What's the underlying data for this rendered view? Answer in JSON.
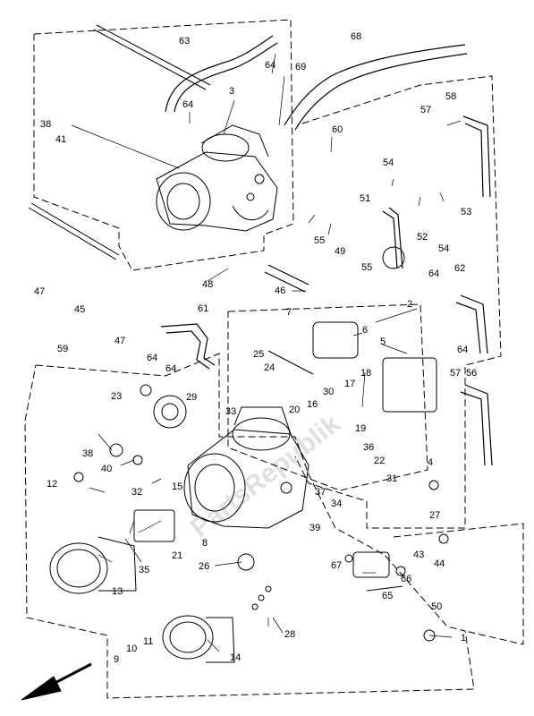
{
  "watermark": "PartsRepublik",
  "callouts": [
    {
      "id": "c1",
      "label": "1"
    },
    {
      "id": "c2",
      "label": "2"
    },
    {
      "id": "c3",
      "label": "3"
    },
    {
      "id": "c4",
      "label": "4"
    },
    {
      "id": "c5",
      "label": "5"
    },
    {
      "id": "c6",
      "label": "6"
    },
    {
      "id": "c7",
      "label": "7"
    },
    {
      "id": "c8",
      "label": "8"
    },
    {
      "id": "c9",
      "label": "9"
    },
    {
      "id": "c10",
      "label": "10"
    },
    {
      "id": "c11",
      "label": "11"
    },
    {
      "id": "c12",
      "label": "12"
    },
    {
      "id": "c13",
      "label": "13"
    },
    {
      "id": "c14",
      "label": "14"
    },
    {
      "id": "c15",
      "label": "15"
    },
    {
      "id": "c16",
      "label": "16"
    },
    {
      "id": "c17",
      "label": "17"
    },
    {
      "id": "c18",
      "label": "18"
    },
    {
      "id": "c19",
      "label": "19"
    },
    {
      "id": "c20",
      "label": "20"
    },
    {
      "id": "c21",
      "label": "21"
    },
    {
      "id": "c22",
      "label": "22"
    },
    {
      "id": "c23",
      "label": "23"
    },
    {
      "id": "c24",
      "label": "24"
    },
    {
      "id": "c25",
      "label": "25"
    },
    {
      "id": "c26",
      "label": "26"
    },
    {
      "id": "c27",
      "label": "27"
    },
    {
      "id": "c28",
      "label": "28"
    },
    {
      "id": "c29",
      "label": "29"
    },
    {
      "id": "c30",
      "label": "30"
    },
    {
      "id": "c31",
      "label": "31"
    },
    {
      "id": "c32",
      "label": "32"
    },
    {
      "id": "c33",
      "label": "33"
    },
    {
      "id": "c34",
      "label": "34"
    },
    {
      "id": "c35",
      "label": "35"
    },
    {
      "id": "c36",
      "label": "36"
    },
    {
      "id": "c37",
      "label": "37"
    },
    {
      "id": "c38a",
      "label": "38"
    },
    {
      "id": "c38b",
      "label": "38"
    },
    {
      "id": "c39",
      "label": "39"
    },
    {
      "id": "c40",
      "label": "40"
    },
    {
      "id": "c41",
      "label": "41"
    },
    {
      "id": "c43",
      "label": "43"
    },
    {
      "id": "c44",
      "label": "44"
    },
    {
      "id": "c45",
      "label": "45"
    },
    {
      "id": "c46",
      "label": "46"
    },
    {
      "id": "c47a",
      "label": "47"
    },
    {
      "id": "c47b",
      "label": "47"
    },
    {
      "id": "c48",
      "label": "48"
    },
    {
      "id": "c49",
      "label": "49"
    },
    {
      "id": "c50",
      "label": "50"
    },
    {
      "id": "c51",
      "label": "51"
    },
    {
      "id": "c52",
      "label": "52"
    },
    {
      "id": "c53",
      "label": "53"
    },
    {
      "id": "c54a",
      "label": "54"
    },
    {
      "id": "c54b",
      "label": "54"
    },
    {
      "id": "c55a",
      "label": "55"
    },
    {
      "id": "c55b",
      "label": "55"
    },
    {
      "id": "c56",
      "label": "56"
    },
    {
      "id": "c57a",
      "label": "57"
    },
    {
      "id": "c57b",
      "label": "57"
    },
    {
      "id": "c58",
      "label": "58"
    },
    {
      "id": "c59",
      "label": "59"
    },
    {
      "id": "c60",
      "label": "60"
    },
    {
      "id": "c61",
      "label": "61"
    },
    {
      "id": "c62",
      "label": "62"
    },
    {
      "id": "c63",
      "label": "63"
    },
    {
      "id": "c64a",
      "label": "64"
    },
    {
      "id": "c64b",
      "label": "64"
    },
    {
      "id": "c64c",
      "label": "64"
    },
    {
      "id": "c64d",
      "label": "64"
    },
    {
      "id": "c64e",
      "label": "64"
    },
    {
      "id": "c64f",
      "label": "64"
    },
    {
      "id": "c65",
      "label": "65"
    },
    {
      "id": "c66",
      "label": "66"
    },
    {
      "id": "c67",
      "label": "67"
    },
    {
      "id": "c68",
      "label": "68"
    },
    {
      "id": "c69",
      "label": "69"
    }
  ]
}
